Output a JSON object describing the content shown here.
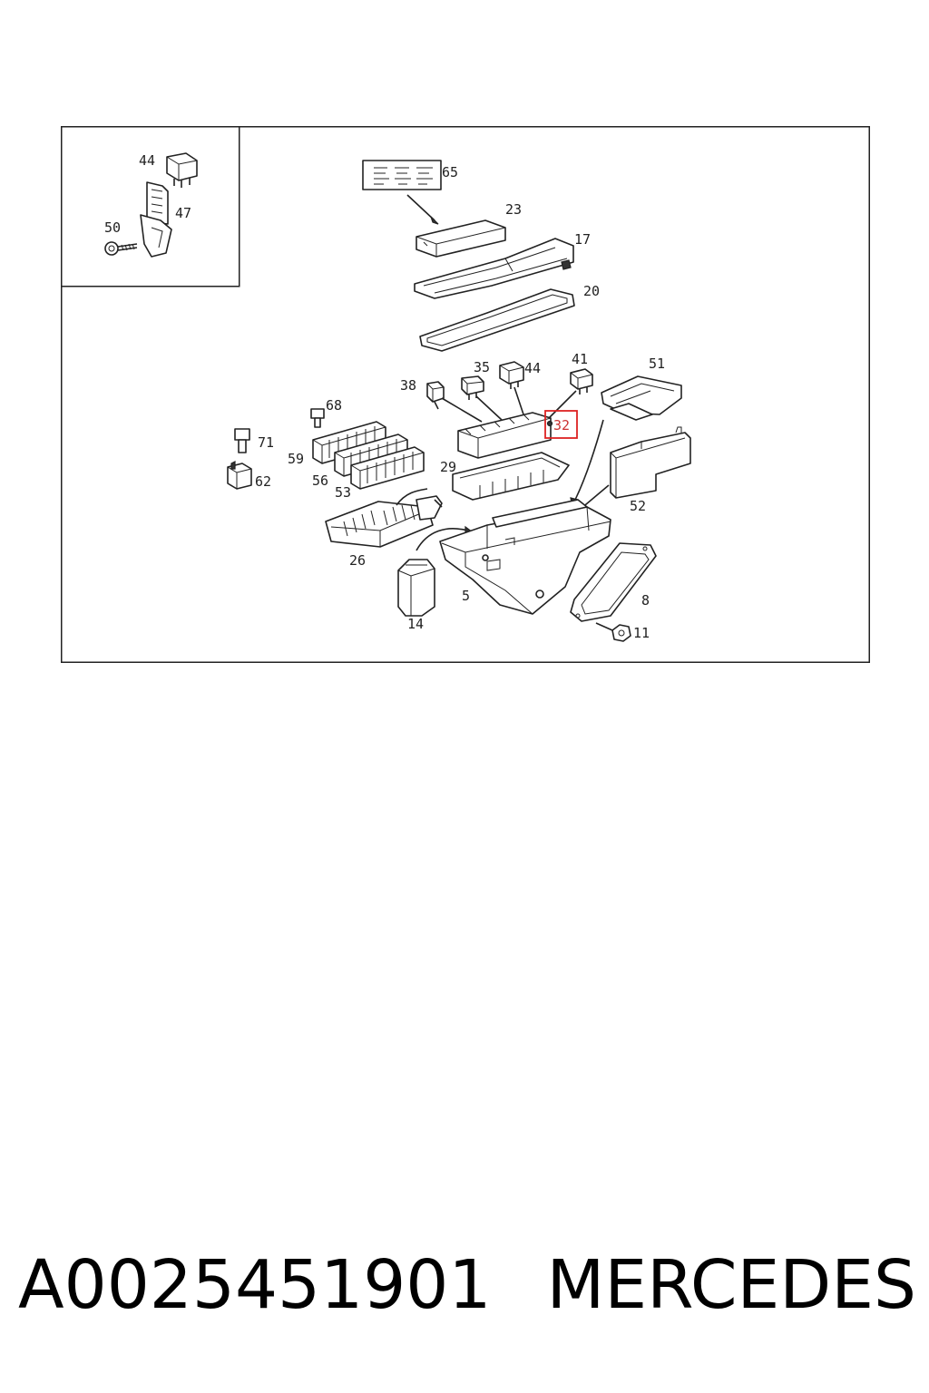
{
  "diagram": {
    "callouts": {
      "c44a": "44",
      "c47": "47",
      "c50": "50",
      "c65": "65",
      "c23": "23",
      "c17": "17",
      "c20": "20",
      "c38": "38",
      "c35": "35",
      "c44b": "44",
      "c41": "41",
      "c51": "51",
      "c68": "68",
      "c71": "71",
      "c59": "59",
      "c62": "62",
      "c56": "56",
      "c53": "53",
      "c29": "29",
      "c32": "32",
      "c52": "52",
      "c26": "26",
      "c5": "5",
      "c8": "8",
      "c14": "14",
      "c11": "11"
    },
    "highlight_color": "#dd2222"
  },
  "footer": {
    "part_number": "A0025451901",
    "brand": "MERCEDES"
  }
}
